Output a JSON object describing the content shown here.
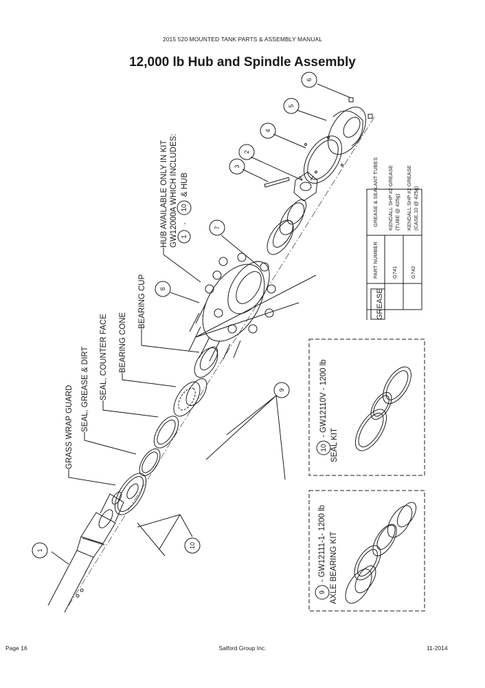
{
  "header": {
    "manual_title": "2015 520 MOUNTED TANK PARTS & ASSEMBLY MANUAL"
  },
  "page_title": "12,000 lb Hub and Spindle Assembly",
  "callouts": [
    "1",
    "2",
    "3",
    "4",
    "5",
    "6",
    "7",
    "8",
    "9",
    "10"
  ],
  "labels": {
    "grass_wrap_guard": "GRASS WRAP GUARD",
    "seal_grease_dirt": "SEAL, GREASE & DIRT",
    "seal_counter_face": "SEAL, COUNTER FACE",
    "bearing_cone": "BEARING CONE",
    "bearing_cup": "BEARING CUP",
    "hub_note_line1": "HUB AVAILABLE ONLY IN KIT",
    "hub_note_line2": "GW12000A WHICH INCLUDES:",
    "hub_note_range_start": "1",
    "hub_note_dash": "-",
    "hub_note_range_end": "10",
    "hub_note_suffix": "& HUB"
  },
  "grease_table": {
    "badge": "GREASE",
    "headers": [
      "PART NUMBER",
      "GREASE & SEALANT TUBES"
    ],
    "rows": [
      {
        "part": "G741",
        "desc_line1": "KENDALL SHP #2 GREASE",
        "desc_line2": "(TUBE @ 425g)"
      },
      {
        "part": "G742",
        "desc_line1": "KENDALL SHP #2 GREASE",
        "desc_line2": "(CASE,10 @ 425g)"
      }
    ]
  },
  "seal_kit": {
    "callout": "10",
    "line1": "- GW12110V - 1200 lb",
    "line2": "SEAL KIT"
  },
  "bearing_kit": {
    "callout": "9",
    "line1": "- GW12111-1- 1200 lb",
    "line2": "AXLE BEARING KIT"
  },
  "footer": {
    "page": "Page 16",
    "company": "Salford Group Inc.",
    "date": "11-2014"
  }
}
